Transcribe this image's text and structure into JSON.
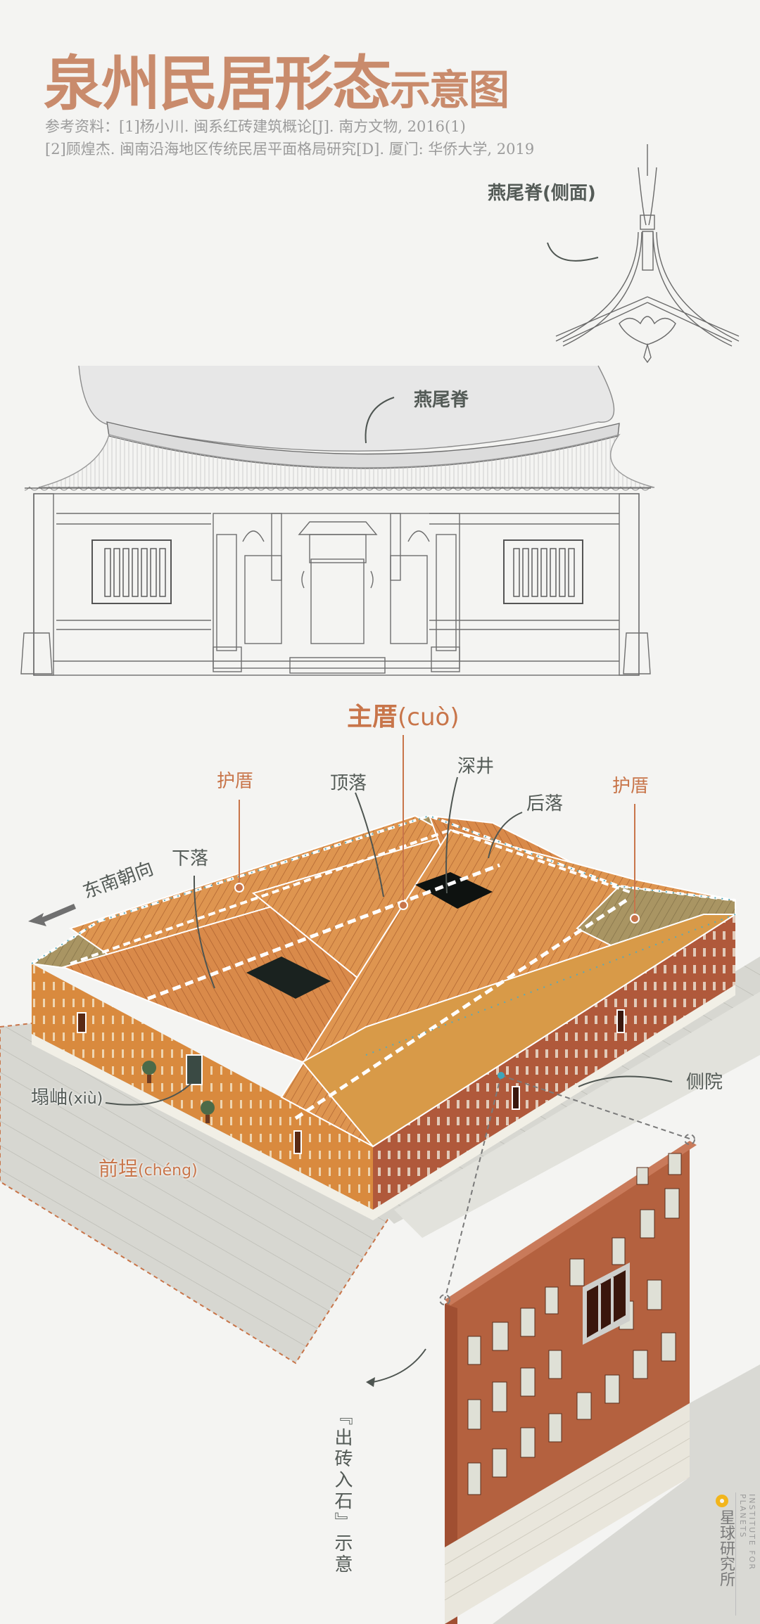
{
  "header": {
    "title_main": "泉州民居形态",
    "title_suffix": "示意图",
    "references": [
      "参考资料：[1]杨小川. 闽系红砖建筑概论[J]. 南方文物, 2016(1)",
      "[2]顾煌杰. 闽南沿海地区传统民居平面格局研究[D]. 厦门: 华侨大学, 2019"
    ]
  },
  "facade": {
    "side_ridge_label": "燕尾脊(侧面)",
    "ridge_label": "燕尾脊"
  },
  "compound": {
    "main_label": "主厝",
    "main_pinyin": "(cuò)",
    "left_wing_label": "护厝",
    "right_wing_label": "护厝",
    "top_hall_label": "顶落",
    "courtyard_label": "深井",
    "rear_hall_label": "后落",
    "front_hall_label": "下落",
    "orientation_label": "东南朝向",
    "recess_label": "塌岫",
    "recess_pinyin": "(xiù)",
    "forecourt_label": "前埕",
    "forecourt_pinyin": "(chéng)",
    "side_yard_label": "侧院"
  },
  "wall_detail": {
    "caption": "『出砖入石』示意"
  },
  "logo": {
    "name_cn": "星球研究所",
    "name_en": "INSTITUTE FOR PLANETS",
    "accent": "#f2b51c"
  },
  "colors": {
    "title": "#c98b6c",
    "accent_label": "#c8754a",
    "label": "#545b57",
    "roof": "#d98a4a",
    "brick": "#b25a3c",
    "stone": "#e8e6dc",
    "ground": "#d6d6d0"
  }
}
